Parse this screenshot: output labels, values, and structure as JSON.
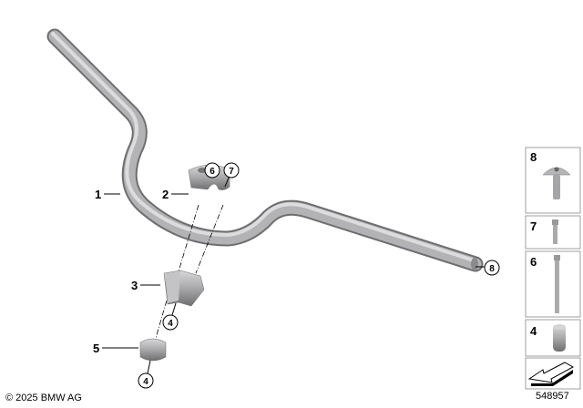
{
  "callouts": {
    "main": [
      "1",
      "2",
      "3",
      "5"
    ],
    "circled": [
      "6",
      "7",
      "4",
      "4",
      "8"
    ]
  },
  "legend_panel": {
    "items": [
      {
        "label": "8",
        "icon": "decorative-bolt-icon"
      },
      {
        "label": "7",
        "icon": "short-socket-screw-icon"
      },
      {
        "label": "6",
        "icon": "long-socket-screw-icon"
      },
      {
        "label": "4",
        "icon": "sleeve-icon"
      }
    ],
    "navigation_icon": "arrow-left-icon"
  },
  "copyright": "© 2025 BMW AG",
  "diagram_number": "548957",
  "colors": {
    "part_gray": "#a9a9ab",
    "line": "#000000"
  }
}
